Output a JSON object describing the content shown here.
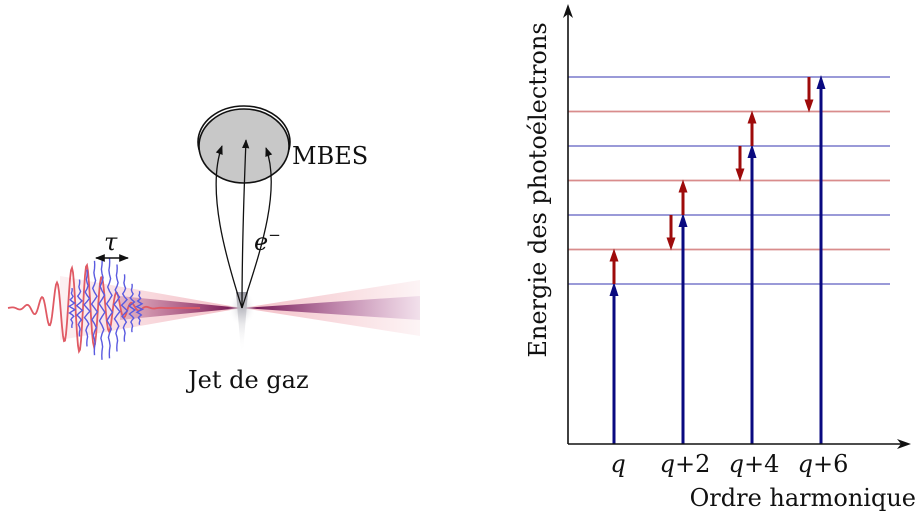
{
  "left_panel": {
    "detector_label": "MBES",
    "electron_label": "e",
    "electron_charge": "−",
    "delay_label": "τ",
    "gas_jet_label": "Jet de gaz"
  },
  "right_panel": {
    "y_axis_label": "Energie des photoélectrons",
    "x_axis_label": "Ordre harmonique",
    "harmonics": [
      {
        "label_var": "q",
        "label_suffix": "",
        "level": 1
      },
      {
        "label_var": "q",
        "label_suffix": "+2",
        "level": 3
      },
      {
        "label_var": "q",
        "label_suffix": "+4",
        "level": 5
      },
      {
        "label_var": "q",
        "label_suffix": "+6",
        "level": 7
      }
    ],
    "levels": [
      {
        "index": 1,
        "kind": "harmonic"
      },
      {
        "index": 2,
        "kind": "sideband"
      },
      {
        "index": 3,
        "kind": "harmonic"
      },
      {
        "index": 4,
        "kind": "sideband"
      },
      {
        "index": 5,
        "kind": "harmonic"
      },
      {
        "index": 6,
        "kind": "sideband"
      },
      {
        "index": 7,
        "kind": "harmonic"
      }
    ],
    "ir_transitions": [
      {
        "from_level": 1,
        "to_level": 2,
        "direction": "up"
      },
      {
        "from_level": 3,
        "to_level": 2,
        "direction": "down"
      },
      {
        "from_level": 3,
        "to_level": 4,
        "direction": "up"
      },
      {
        "from_level": 5,
        "to_level": 4,
        "direction": "down"
      },
      {
        "from_level": 5,
        "to_level": 6,
        "direction": "up"
      },
      {
        "from_level": 7,
        "to_level": 6,
        "direction": "down"
      }
    ]
  },
  "colors": {
    "harmonic_line": "#8c8cd2",
    "sideband_line": "#d98c8c",
    "xuv_arrow": "#0a0a80",
    "ir_arrow": "#9e0b0b",
    "ir_pulse": "#e05a64",
    "xuv_pulse": "#5a5ae0",
    "beam": "#7a1a5a",
    "detector_fill": "#c8c8c8"
  }
}
